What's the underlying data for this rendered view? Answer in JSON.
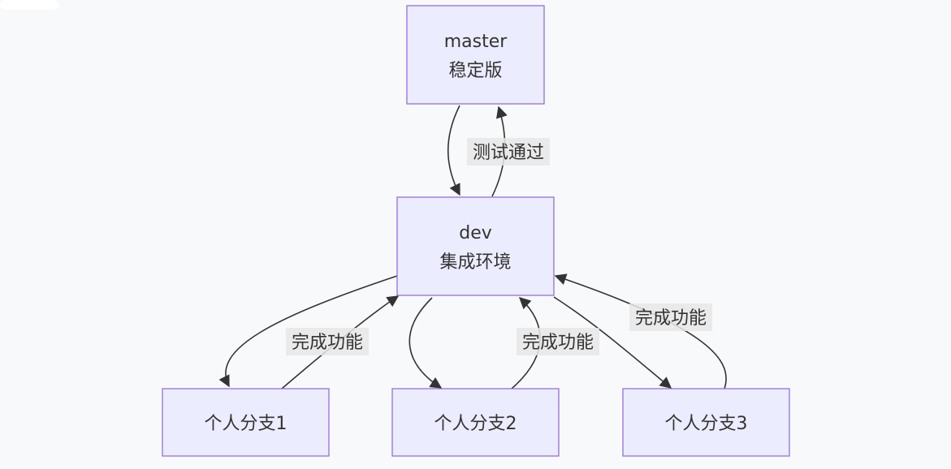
{
  "nodes": {
    "master": {
      "line1": "master",
      "line2": "稳定版"
    },
    "dev": {
      "line1": "dev",
      "line2": "集成环境"
    },
    "branch1": {
      "label": "个人分支1"
    },
    "branch2": {
      "label": "个人分支2"
    },
    "branch3": {
      "label": "个人分支3"
    }
  },
  "edges": {
    "dev_to_master": "测试通过",
    "branch1_to_dev": "完成功能",
    "branch2_to_dev": "完成功能",
    "branch3_to_dev": "完成功能"
  },
  "colors": {
    "node_fill": "#ececff",
    "node_stroke": "#9370db",
    "edge": "#333333",
    "label_bg": "#e8e8e8",
    "background": "#f8f9fb"
  }
}
